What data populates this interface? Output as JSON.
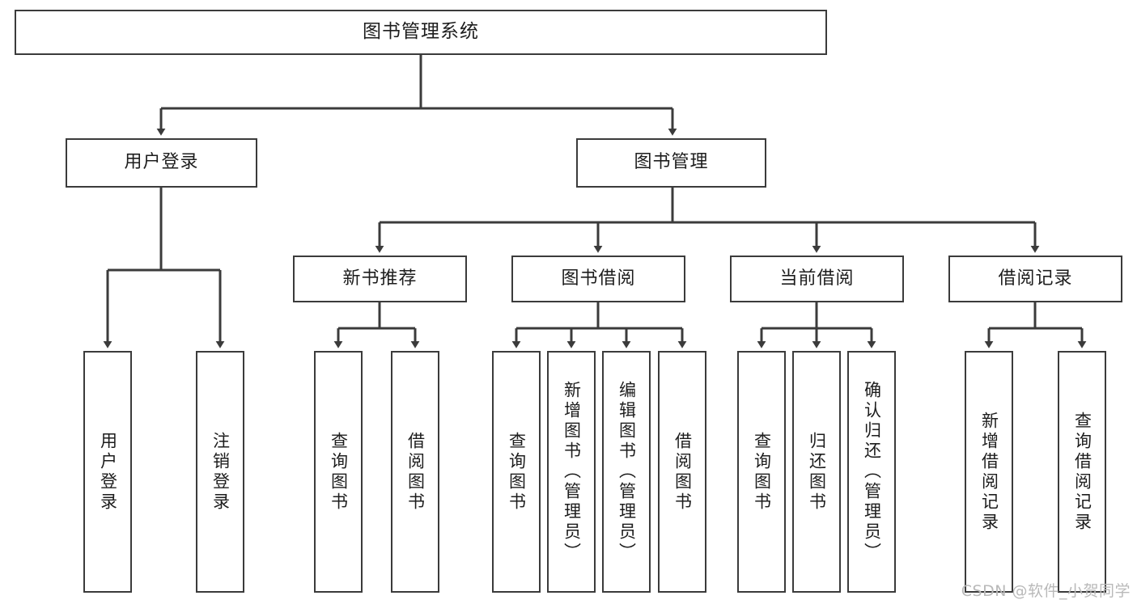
{
  "diagram": {
    "title": "图书管理系统",
    "type": "hierarchy-tree",
    "style": {
      "box_border": "#3b3b3b",
      "box_fill": "#ffffff",
      "line": "#3b3b3b",
      "text": "#1d1d1d",
      "watermark": "#b9b9b9"
    }
  },
  "watermark": {
    "text": "CSDN @软件_小贺同学"
  },
  "nodes": {
    "root": {
      "label": "图书管理系统",
      "level": 1
    },
    "level2": [
      {
        "id": "user-login",
        "label": "用户登录"
      },
      {
        "id": "book-manage",
        "label": "图书管理"
      }
    ],
    "level3": [
      {
        "id": "new-book-recommend",
        "label": "新书推荐"
      },
      {
        "id": "book-borrow",
        "label": "图书借阅"
      },
      {
        "id": "current-borrow",
        "label": "当前借阅"
      },
      {
        "id": "borrow-record",
        "label": "借阅记录"
      }
    ],
    "leaves": {
      "user_login": [
        {
          "id": "leaf-user-login",
          "label": "用户登录"
        },
        {
          "id": "leaf-logout-login",
          "label": "注销登录"
        }
      ],
      "new_book_recommend": [
        {
          "id": "leaf-query-book-1",
          "label": "查询图书"
        },
        {
          "id": "leaf-borrow-book-1",
          "label": "借阅图书"
        }
      ],
      "book_borrow": [
        {
          "id": "leaf-query-book-2",
          "label": "查询图书"
        },
        {
          "id": "leaf-add-book",
          "label": "新增图书（管理员）"
        },
        {
          "id": "leaf-edit-book",
          "label": "编辑图书（管理员）"
        },
        {
          "id": "leaf-borrow-book-2",
          "label": "借阅图书"
        }
      ],
      "current_borrow": [
        {
          "id": "leaf-query-book-3",
          "label": "查询图书"
        },
        {
          "id": "leaf-return-book",
          "label": "归还图书"
        },
        {
          "id": "leaf-confirm-return",
          "label": "确认归还（管理员）"
        }
      ],
      "borrow_record": [
        {
          "id": "leaf-add-record",
          "label": "新增借阅记录"
        },
        {
          "id": "leaf-query-record",
          "label": "查询借阅记录"
        }
      ]
    }
  }
}
